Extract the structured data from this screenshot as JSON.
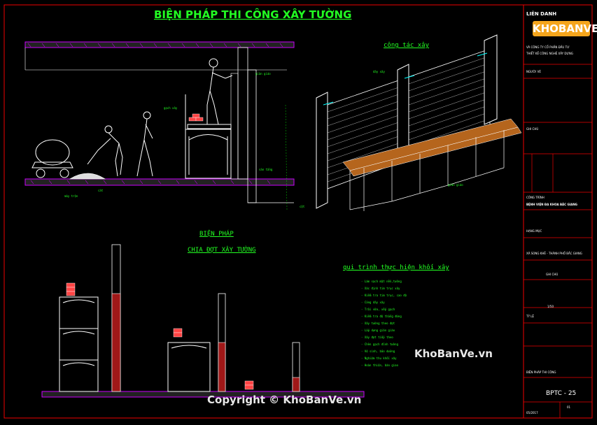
{
  "drawing": {
    "main_title": "BIỆN PHÁP THI CÔNG XÂY TƯỜNG",
    "iso_title": "công tác xây",
    "section_title": "BIỆN PHÁP",
    "section_subtitle": "CHIA ĐỢT XÂY TƯỜNG",
    "process_title": "qui trình thực hiện khối xây",
    "process_steps": [
      "- Làm sạch mặt nền,tường",
      "- Xác định tim trục xây",
      "- Kiểm tra tim trục, cao độ",
      "- Căng dây xây",
      "- Trải vữa, xếp gạch",
      "- Kiểm tra độ thẳng đứng",
      "- Xây tường theo đợt",
      "- Lắp dựng giàn giáo",
      "- Xây đợt tiếp theo",
      "- Chèn gạch đỉnh tường",
      "- Vệ sinh, bảo dưỡng",
      "- Nghiệm thu khối xây",
      "- Hoàn thiện, bàn giao"
    ]
  },
  "labels": {
    "scaffold_top": "giàn giáo",
    "mixer": "máy trộn",
    "sand": "cát",
    "bricks": "gạch xây",
    "wall_line": "dây xây",
    "floor": "sàn tầng",
    "col_left": "cột",
    "scaffold_right": "giàn giáo"
  },
  "title_block": {
    "company_line1": "LIÊN DANH",
    "company_line2": "VÀ CÔNG TY CỔ PHẦN ĐẦU TƯ",
    "company_line3": "THIẾT KẾ CÔNG NGHỆ XÂY DỰNG",
    "role": "NGƯỜI VẼ",
    "project_label": "CÔNG TRÌNH",
    "project": "BỆNH VIỆN ĐA KHOA BẮC GIANG",
    "item": "HẠNG MỤC",
    "location": "XÃ SONG KHÊ - THÀNH PHỐ BẮC GIANG",
    "note": "GHI CHÚ",
    "sheet_name": "BIỆN PHÁP THI CÔNG",
    "scale_label": "TỶ LỆ",
    "scale": "1/50",
    "drawing_no": "BPTC - 25",
    "date": "05/2017",
    "sheet": "01"
  },
  "watermarks": {
    "logo": "KHOBANVE",
    "site": "KhoBanVe.vn",
    "copyright": "Copyright © KhoBanVe.vn"
  }
}
